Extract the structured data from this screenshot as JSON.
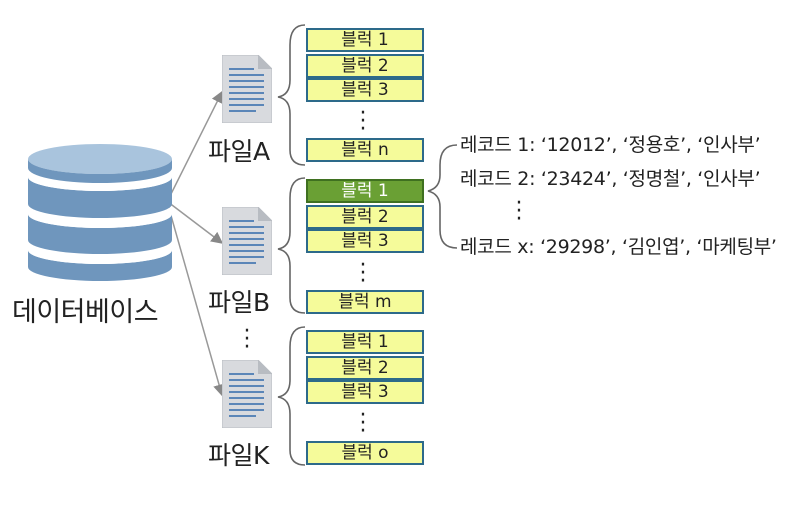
{
  "database": {
    "label": "데이터베이스"
  },
  "files": [
    {
      "label": "파일A",
      "blocks": [
        "블럭 1",
        "블럭 2",
        "블럭 3",
        "블럭 n"
      ]
    },
    {
      "label": "파일B",
      "blocks": [
        "블럭 1",
        "블럭 2",
        "블럭 3",
        "블럭 m"
      ]
    },
    {
      "label": "파일K",
      "blocks": [
        "블럭 1",
        "블럭 2",
        "블럭 3",
        "블럭 o"
      ]
    }
  ],
  "records": [
    "레코드 1: ‘12012’, ‘정용호’, ‘인사부’",
    "레코드 2: ‘23424’, ‘정명철’, ‘인사부’",
    "레코드 x: ‘29298’, ‘김인엽’, ‘마케팅부’"
  ],
  "colors": {
    "block_fill": "#f5fb9a",
    "block_border": "#2d6a8a",
    "block_highlight": "#6aa034",
    "db_light": "#a9c4dd",
    "db_dark": "#6f96bd",
    "doc_lines": "#5b86b8"
  }
}
